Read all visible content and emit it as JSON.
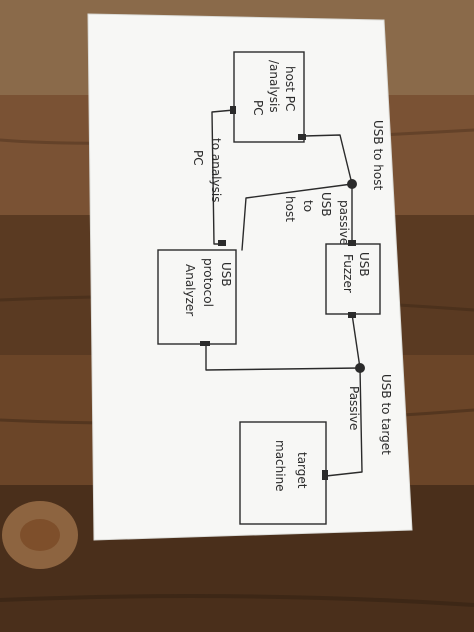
{
  "colors": {
    "table_dark": "#4a2f1b",
    "table_mid": "#7a5234",
    "table_light": "#a4774d",
    "paper": "#f7f7f5",
    "ink": "#2b2b2b"
  },
  "nodes": {
    "host_pc": {
      "line1": "host PC",
      "line2": "/analysis",
      "line3": "PC"
    },
    "usb_fuzzer": {
      "line1": "USB",
      "line2": "Fuzzer"
    },
    "protocol_analyzer": {
      "line1": "USB",
      "line2": "protocol",
      "line3": "Analyzer"
    },
    "target_machine": {
      "line1": "target",
      "line2": "machine"
    }
  },
  "labels": {
    "to_analysis_pc_1": "to analysis",
    "to_analysis_pc_2": "PC",
    "usb_to_host_top": "USB to host",
    "usb_to_host_mid_1": "USB",
    "usb_to_host_mid_2": "to",
    "usb_to_host_mid_3": "host",
    "passive_upper": "passive",
    "passive_lower": "Passive",
    "usb_to_target": "USB to target"
  }
}
